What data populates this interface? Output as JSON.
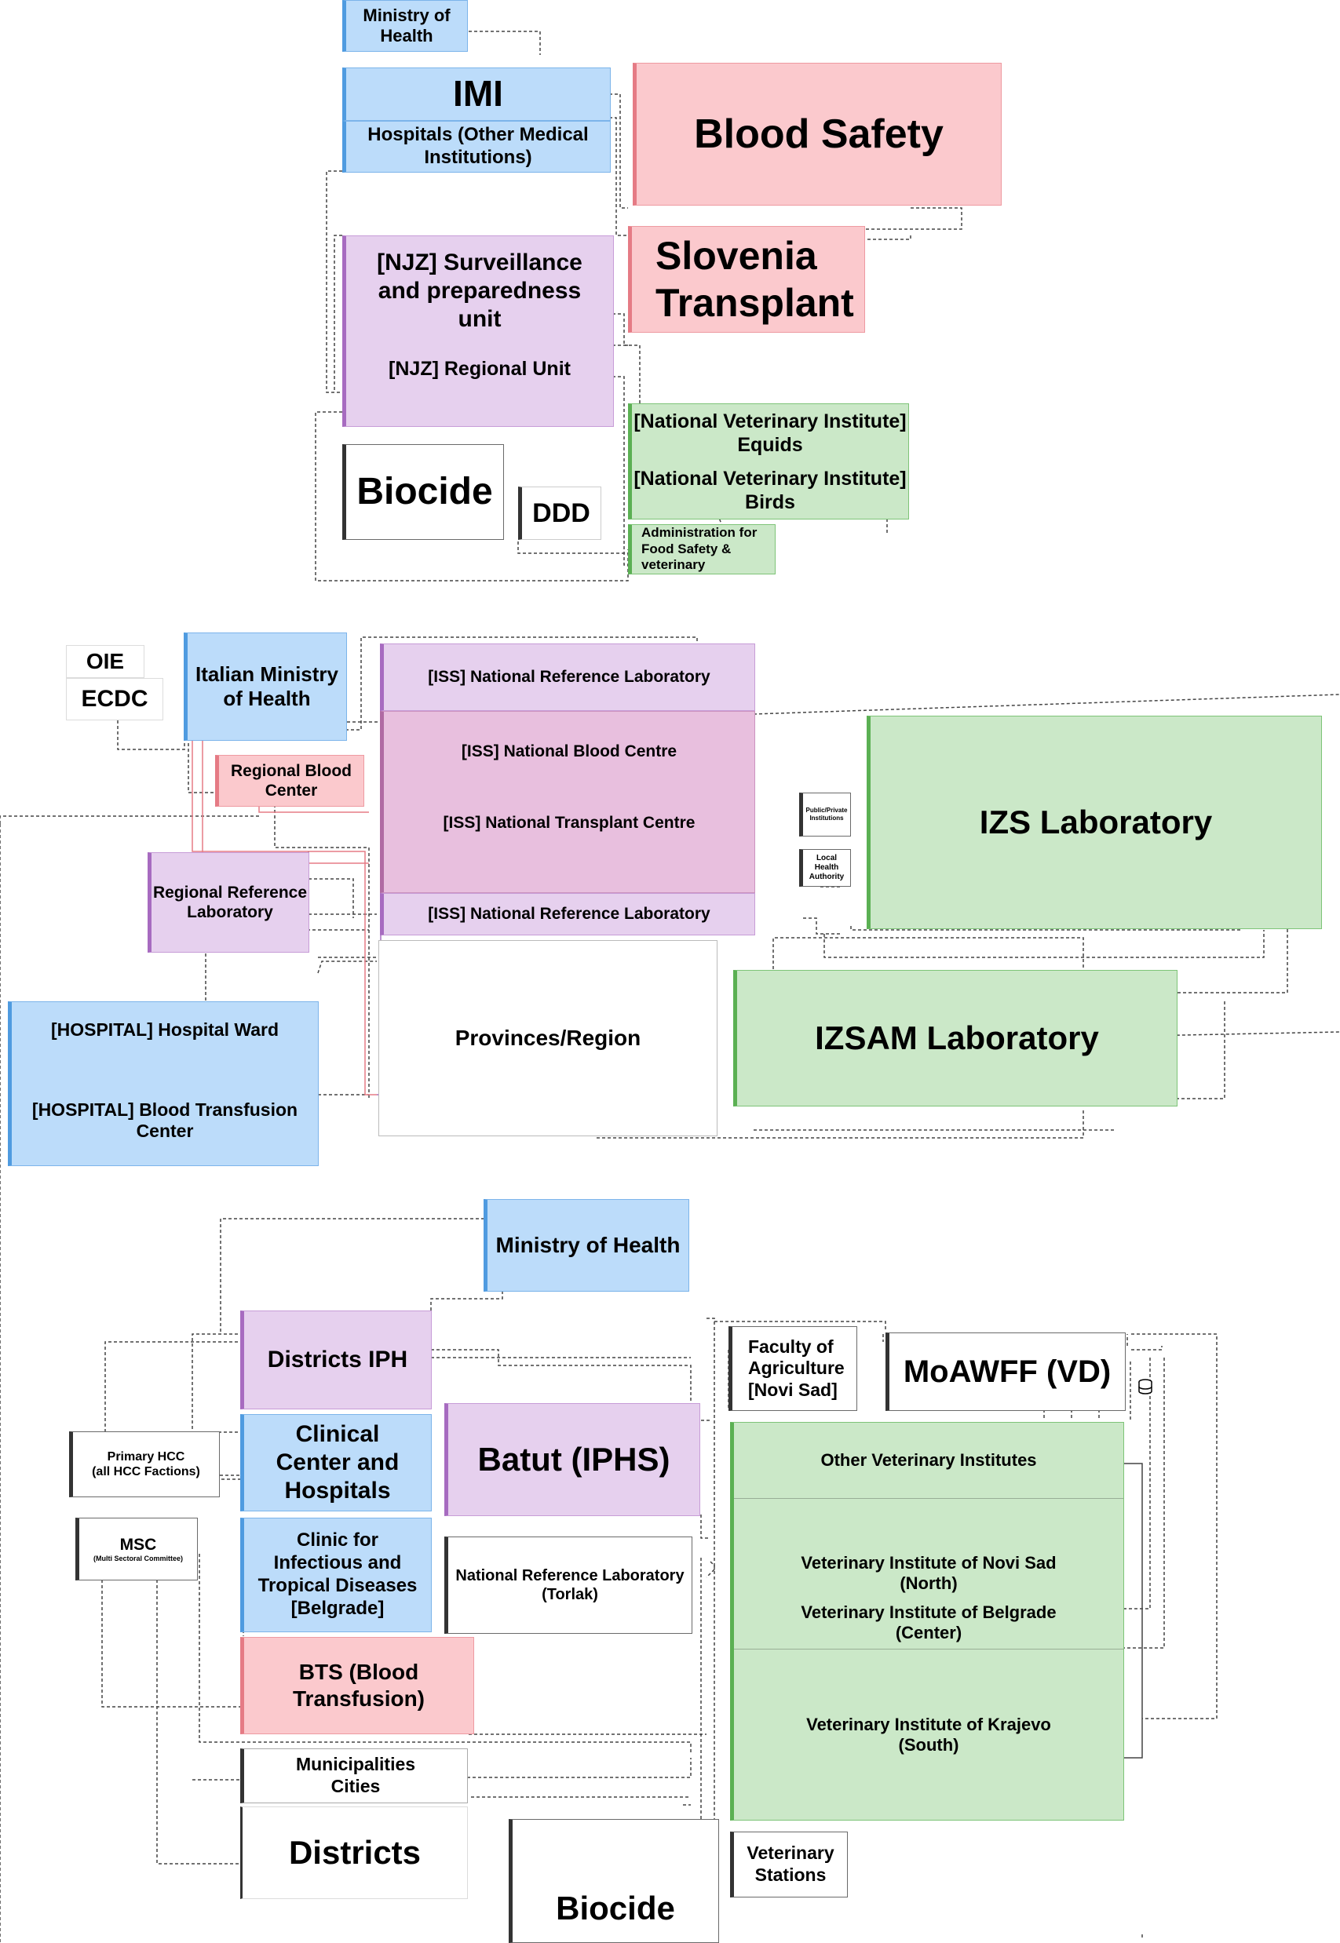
{
  "diagram": {
    "slovenia": {
      "ministry": "Ministry of Health",
      "imi": "IMI",
      "hospitals": "Hospitals (Other Medical Institutions)",
      "blood_safety": "Blood Safety",
      "slovenia_transplant": "Slovenia Transplant",
      "njz_unit": "[NJZ] Surveillance and preparedness unit",
      "njz_regional": "[NJZ] Regional Unit",
      "nvi_equids": "[National Veterinary Institute] Equids",
      "nvi_birds": "[National Veterinary Institute] Birds",
      "afsv": "Administration for Food Safety & veterinary",
      "biocide": "Biocide",
      "ddd": "DDD"
    },
    "italy": {
      "oie": "OIE",
      "ecdc": "ECDC",
      "ministry": "Italian Ministry of Health",
      "iss_nrl_top": "[ISS] National Reference Laboratory",
      "regional_blood": "Regional Blood Center",
      "iss_blood": "[ISS] National Blood Centre",
      "iss_transplant": "[ISS] National Transplant Centre",
      "iss_nrl_bottom": "[ISS] National Reference Laboratory",
      "regional_ref_lab": "Regional Reference Laboratory",
      "public_private": "Public/Private Institutions",
      "local_health": "Local Health Authority",
      "izs_lab": "IZS Laboratory",
      "hospital_ward": "[HOSPITAL] Hospital Ward",
      "hospital_btc": "[HOSPITAL] Blood Transfusion Center",
      "provinces": "Provinces/Region",
      "izsam_lab": "IZSAM Laboratory"
    },
    "serbia": {
      "ministry": "Ministry of Health",
      "districts_iph": "Districts IPH",
      "faculty_agri": "Faculty of Agriculture [Novi Sad]",
      "moawff": "MoAWFF (VD)",
      "primary_hcc": "Primary HCC",
      "primary_hcc_sub": "(all HCC Factions)",
      "clinical_center": "Clinical Center and Hospitals",
      "batut": "Batut (IPHS)",
      "msc": "MSC",
      "msc_sub": "(Multi Sectoral Committee)",
      "clinic_infectious": "Clinic for Infectious and Tropical Diseases [Belgrade]",
      "nrl_torlak": "National Reference Laboratory (Torlak)",
      "other_vet": "Other Veterinary Institutes",
      "vet_novi_sad": "Veterinary Institute of Novi Sad (North)",
      "vet_belgrade": "Veterinary Institute of Belgrade (Center)",
      "vet_krajevo": "Veterinary Institute of Krajevo (South)",
      "bts": "BTS (Blood Transfusion)",
      "municipalities": "Municipalities Cities",
      "districts": "Districts",
      "biocide": "Biocide",
      "vet_stations": "Veterinary Stations"
    }
  },
  "colors": {
    "blue": "#bcdcfa",
    "red": "#fbc9cd",
    "purple": "#e6d0ee",
    "mauve": "#e8bfde",
    "green": "#cbe8c8",
    "connector": "#444444",
    "connector_red": "#e57b85"
  },
  "icons": {
    "database": "database-icon"
  }
}
